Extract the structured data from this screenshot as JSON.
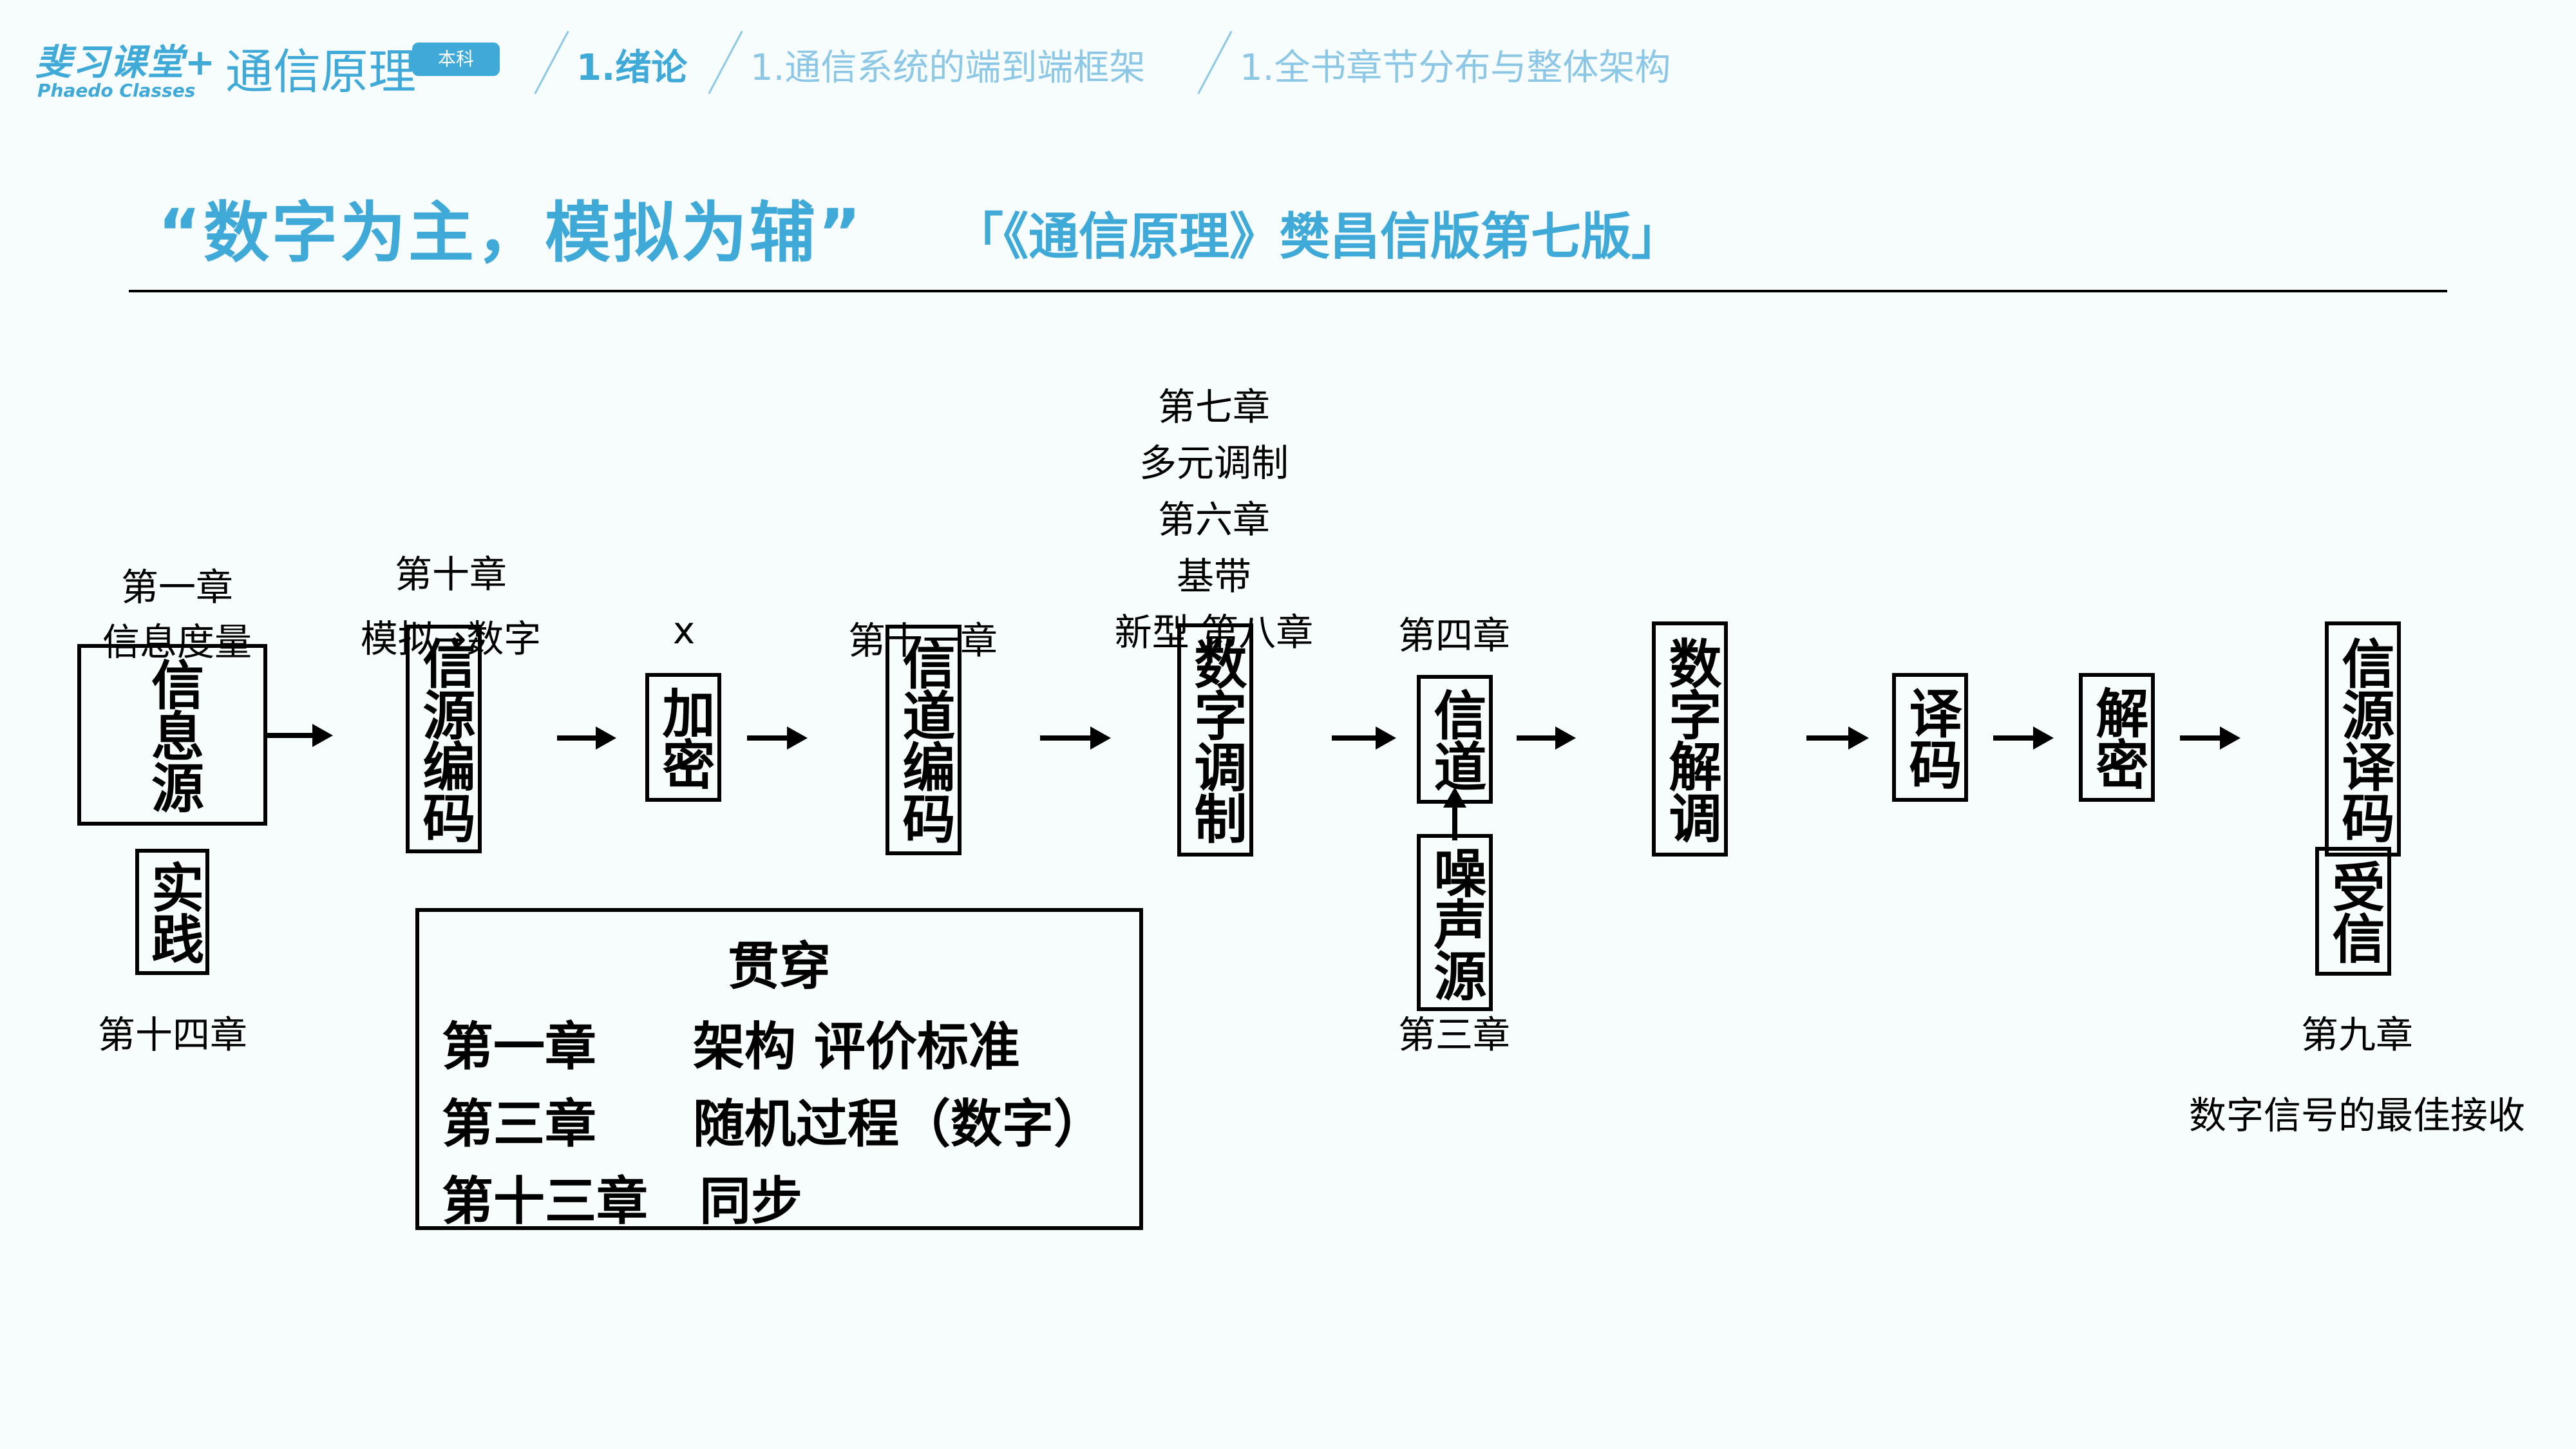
{
  "header": {
    "logo_main": "斐习课堂",
    "logo_plus": "+",
    "logo_sub": "Phaedo Classes",
    "course_title": "通信原理",
    "course_badge": "本科",
    "breadcrumbs": [
      "1.绪论",
      "1.通信系统的端到端框架",
      "1.全书章节分布与整体架构"
    ]
  },
  "title": {
    "main": "“数字为主，模拟为辅”",
    "sub": "「《通信原理》樊昌信版第七版」"
  },
  "blocks": {
    "source": {
      "text": "信息源",
      "top_labels": [
        "第一章",
        "信息度量"
      ],
      "bottom_box": "实践",
      "bottom_label": "第十四章"
    },
    "source_coding": {
      "text": "信源编码",
      "top_labels": [
        "第十章",
        "模拟→数字"
      ]
    },
    "encrypt": {
      "text": "加密",
      "top_label": "x"
    },
    "channel_coding": {
      "text": "信道编码",
      "top_label": "第十一章"
    },
    "modulation": {
      "text": "数字调制",
      "top_labels": [
        "第七章",
        "多元调制",
        "第六章",
        "基带",
        "新型 第八章"
      ]
    },
    "channel": {
      "text": "信道",
      "top_label": "第四章",
      "noise_box": "噪声源",
      "bottom_label": "第三章"
    },
    "demodulation": {
      "text": "数字解调"
    },
    "decoding": {
      "text": "译码"
    },
    "decrypt": {
      "text": "解密"
    },
    "source_decoding": {
      "text": "信源译码",
      "sink_box": "受信",
      "bottom_labels": [
        "第九章",
        "数字信号的最佳接收"
      ]
    }
  },
  "through": {
    "title": "贯穿",
    "rows": [
      {
        "chapter": "第一章",
        "topic": "架构 评价标准"
      },
      {
        "chapter": "第三章",
        "topic": "随机过程（数字）"
      },
      {
        "chapter": "第十三章",
        "topic": "同步"
      }
    ]
  }
}
